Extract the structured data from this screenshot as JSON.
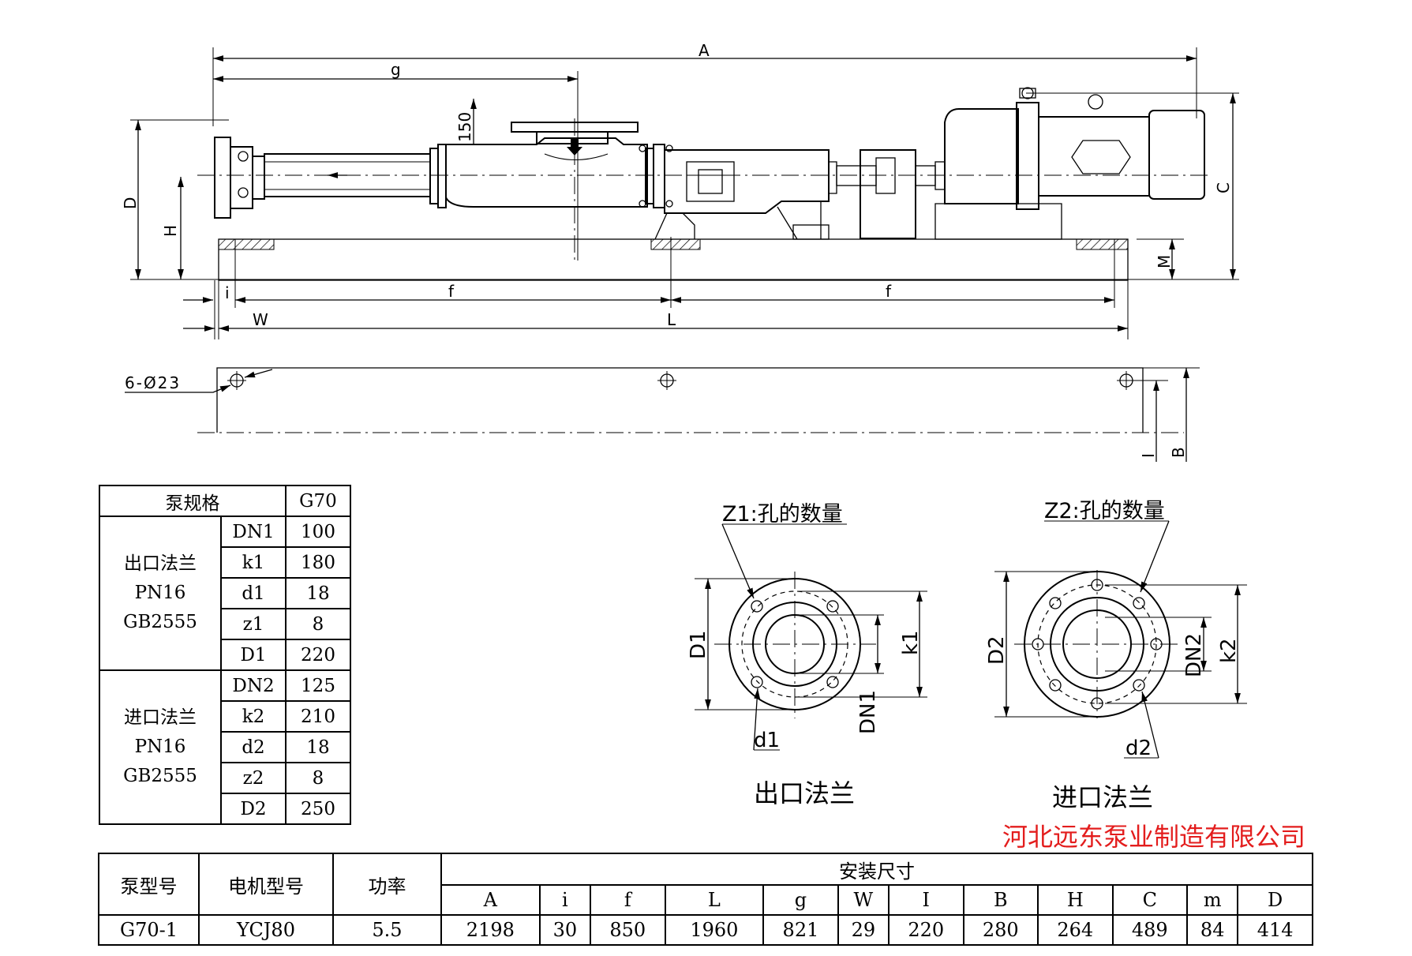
{
  "top_view": {
    "dims": {
      "A": "A",
      "g": "g",
      "D": "D",
      "H": "H",
      "C": "C",
      "M": "M",
      "i": "i",
      "f": "f",
      "W": "W",
      "L": "L",
      "dim_150": "150"
    }
  },
  "base_view": {
    "holes_label": "6-Ø23",
    "dims": {
      "I": "I",
      "B": "B"
    }
  },
  "outlet_flange": {
    "caption": "出口法兰",
    "count_label": "Z1:孔的数量",
    "labels": {
      "D1": "D1",
      "k1": "k1",
      "DN1": "DN1",
      "d1": "d1"
    }
  },
  "inlet_flange": {
    "caption": "进口法兰",
    "count_label": "Z2:孔的数量",
    "labels": {
      "D2": "D2",
      "k2": "k2",
      "DN2": "DN2",
      "d2": "d2"
    }
  },
  "spec_table": {
    "header_label": "泵规格",
    "model": "G70",
    "outlet": {
      "group_lines": [
        "出口法兰",
        "PN16",
        "GB2555"
      ],
      "rows": [
        {
          "param": "DN1",
          "value": "100"
        },
        {
          "param": "k1",
          "value": "180"
        },
        {
          "param": "d1",
          "value": "18"
        },
        {
          "param": "z1",
          "value": "8"
        },
        {
          "param": "D1",
          "value": "220"
        }
      ]
    },
    "inlet": {
      "group_lines": [
        "进口法兰",
        "PN16",
        "GB2555"
      ],
      "rows": [
        {
          "param": "DN2",
          "value": "125"
        },
        {
          "param": "k2",
          "value": "210"
        },
        {
          "param": "d2",
          "value": "18"
        },
        {
          "param": "z2",
          "value": "8"
        },
        {
          "param": "D2",
          "value": "250"
        }
      ]
    }
  },
  "company": "河北远东泵业制造有限公司",
  "install_table": {
    "pump_model_header": "泵型号",
    "motor_model_header": "电机型号",
    "power_header": "功率",
    "dims_header": "安装尺寸",
    "columns": [
      "A",
      "i",
      "f",
      "L",
      "g",
      "W",
      "I",
      "B",
      "H",
      "C",
      "m",
      "D"
    ],
    "row": {
      "pump_model": "G70-1",
      "motor_model": "YCJ80",
      "power": "5.5",
      "values": [
        "2198",
        "30",
        "850",
        "1960",
        "821",
        "29",
        "220",
        "280",
        "264",
        "489",
        "84",
        "414"
      ]
    }
  }
}
